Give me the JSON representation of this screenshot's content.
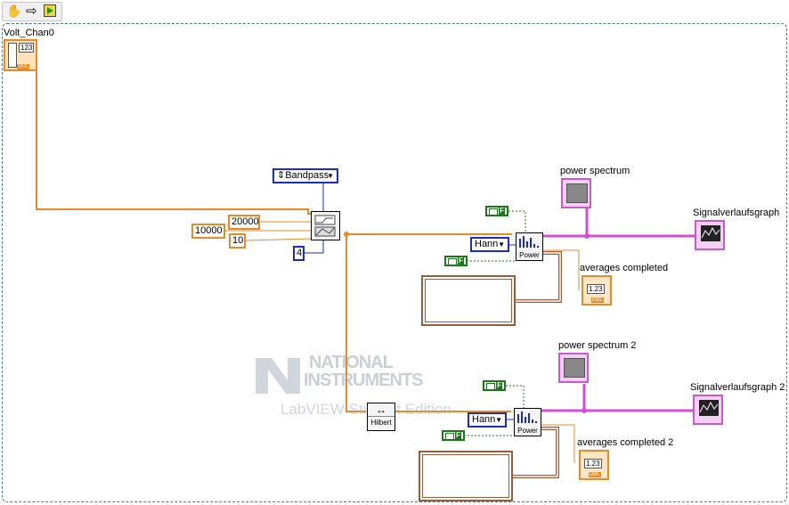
{
  "toolbar": {
    "icons": [
      "hand-icon",
      "arrow-right-icon",
      "run-icon"
    ]
  },
  "nodes": {
    "volt_chan0": {
      "label": "Volt_Chan0",
      "terminal_text": "123",
      "type_text": "SGL"
    },
    "filter_type": {
      "value": "Bandpass"
    },
    "const_20000": "20000",
    "const_10000": "10000",
    "const_10": "10",
    "const_4": "4",
    "hilbert": {
      "label": "Hilbert"
    },
    "power1": {
      "label": "Power",
      "window": "Hann"
    },
    "power2": {
      "label": "Power",
      "window": "Hann"
    },
    "bool_f": "F"
  },
  "indicators": {
    "power_spectrum": "power spectrum",
    "signalverlaufsgraph": "Signalverlaufsgraph",
    "averages_completed": "averages completed",
    "power_spectrum_2": "power spectrum 2",
    "signalverlaufsgraph_2": "Signalverlaufsgraph 2",
    "averages_completed_2": "averages completed 2",
    "num_text": "1.23",
    "num_type": "DBL"
  },
  "watermark": {
    "line1": "NATIONAL",
    "line2": "INSTRUMENTS",
    "line3": "LabVIEW Student Edition"
  },
  "colors": {
    "float_wire": "#e58b2a",
    "cluster_wire": "#d24fd2",
    "enum": "#1c2bc2",
    "boolean": "#1a7a1a",
    "string": "#9a5d3a"
  }
}
